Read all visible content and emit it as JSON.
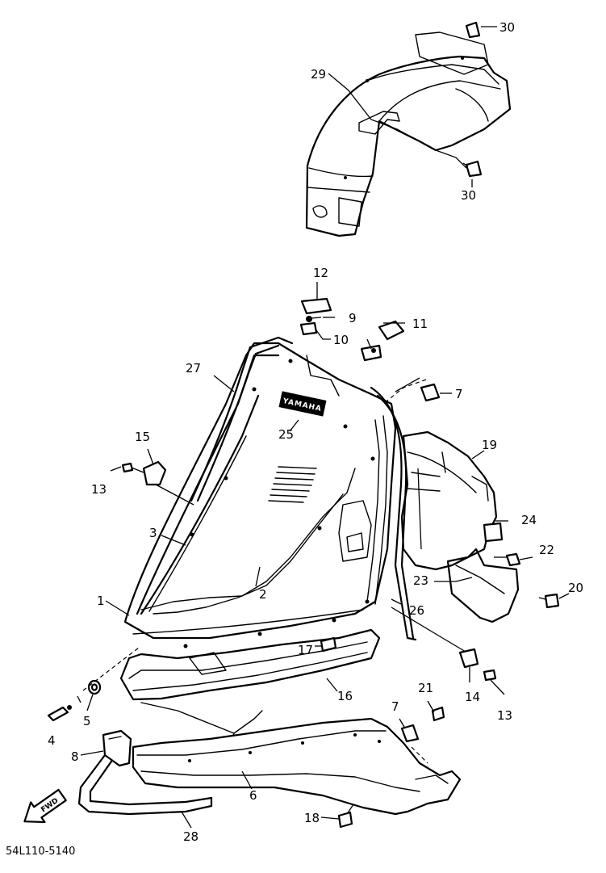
{
  "diagram": {
    "code": "54L110-5140",
    "fwd_label": "FWD",
    "brand_plate": "YAMAHA",
    "callouts": [
      {
        "id": "c1",
        "label": "1"
      },
      {
        "id": "c2",
        "label": "2"
      },
      {
        "id": "c3",
        "label": "3"
      },
      {
        "id": "c4",
        "label": "4"
      },
      {
        "id": "c5",
        "label": "5"
      },
      {
        "id": "c6",
        "label": "6"
      },
      {
        "id": "c7a",
        "label": "7"
      },
      {
        "id": "c7b",
        "label": "7"
      },
      {
        "id": "c8",
        "label": "8"
      },
      {
        "id": "c9",
        "label": "9"
      },
      {
        "id": "c10",
        "label": "10"
      },
      {
        "id": "c11",
        "label": "11"
      },
      {
        "id": "c12",
        "label": "12"
      },
      {
        "id": "c13a",
        "label": "13"
      },
      {
        "id": "c13b",
        "label": "13"
      },
      {
        "id": "c14",
        "label": "14"
      },
      {
        "id": "c15",
        "label": "15"
      },
      {
        "id": "c16",
        "label": "16"
      },
      {
        "id": "c17",
        "label": "17"
      },
      {
        "id": "c18",
        "label": "18"
      },
      {
        "id": "c19",
        "label": "19"
      },
      {
        "id": "c20",
        "label": "20"
      },
      {
        "id": "c21",
        "label": "21"
      },
      {
        "id": "c22",
        "label": "22"
      },
      {
        "id": "c23",
        "label": "23"
      },
      {
        "id": "c24",
        "label": "24"
      },
      {
        "id": "c25",
        "label": "25"
      },
      {
        "id": "c26",
        "label": "26"
      },
      {
        "id": "c27",
        "label": "27"
      },
      {
        "id": "c28",
        "label": "28"
      },
      {
        "id": "c29",
        "label": "29"
      },
      {
        "id": "c30a",
        "label": "30"
      },
      {
        "id": "c30b",
        "label": "30"
      }
    ]
  }
}
